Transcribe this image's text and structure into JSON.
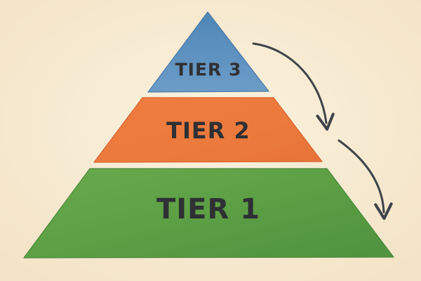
{
  "diagram": {
    "type": "pyramid",
    "tiers": [
      {
        "id": "tier-3",
        "label": "TIER 3",
        "color": "#5b8fbe",
        "level": "top"
      },
      {
        "id": "tier-2",
        "label": "TIER 2",
        "color": "#ee7a3f",
        "level": "middle"
      },
      {
        "id": "tier-1",
        "label": "TIER 1",
        "color": "#5ea046",
        "level": "bottom"
      }
    ],
    "flow": {
      "direction": "top-to-bottom",
      "arrow_count": 2,
      "arrow_color": "#3e4448"
    },
    "style": "watercolor",
    "background_color": "#f8ecd4"
  }
}
